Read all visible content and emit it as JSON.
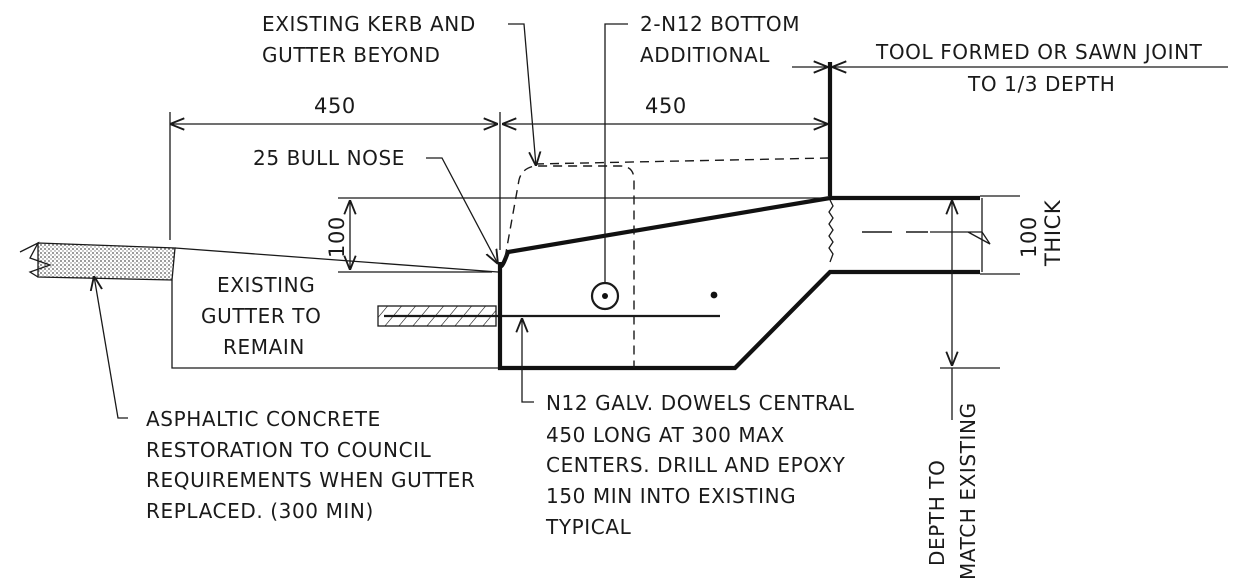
{
  "labels": {
    "existing_kerb": [
      "EXISTING KERB AND",
      "GUTTER BEYOND"
    ],
    "n12_bottom": [
      "2-N12 BOTTOM",
      "ADDITIONAL"
    ],
    "tool_joint": [
      "TOOL FORMED OR SAWN JOINT",
      "TO 1/3 DEPTH"
    ],
    "bull_nose": "25 BULL NOSE",
    "existing_gutter": [
      "EXISTING",
      "GUTTER TO",
      "REMAIN"
    ],
    "asphaltic": [
      "ASPHALTIC CONCRETE",
      "RESTORATION TO COUNCIL",
      "REQUIREMENTS WHEN GUTTER",
      "REPLACED. (300 MIN)"
    ],
    "dowels": [
      "N12 GALV. DOWELS CENTRAL",
      "450 LONG AT 300 MAX",
      "CENTERS. DRILL AND EPOXY",
      "150 MIN INTO EXISTING",
      "TYPICAL"
    ],
    "depth": [
      "DEPTH TO",
      "MATCH EXISTING"
    ]
  },
  "dimensions": {
    "left_width": "450",
    "right_width": "450",
    "gutter_depth": "100",
    "slab_thick": [
      "100",
      "THICK"
    ]
  },
  "colors": {
    "ink": "#1a1a1a",
    "hatch_dots": "#555555"
  }
}
